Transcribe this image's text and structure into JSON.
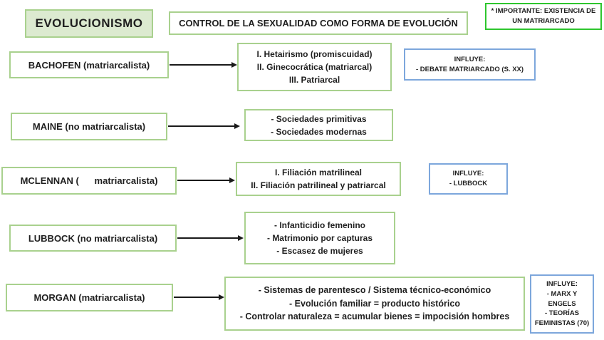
{
  "palette": {
    "green_border": "#a9d18e",
    "green_fill": "#dcead0",
    "bright_green": "#2ec62e",
    "blue_border": "#7da7dc",
    "arrow": "#1a1a1a",
    "text": "#1f1f1f"
  },
  "header": {
    "title": "EVOLUCIONISMO",
    "subtitle": "CONTROL DE LA SEXUALIDAD COMO FORMA DE EVOLUCIÓN",
    "note_lines": [
      "* IMPORTANTE: EXISTENCIA DE",
      "UN MATRIARCADO"
    ]
  },
  "rows": [
    {
      "author": "BACHOFEN (matriarcalista)",
      "theory_lines": [
        "I. Hetairismo (promiscuidad)",
        "II. Ginecocrática (matriarcal)",
        "III. Patriarcal"
      ],
      "influence_lines": [
        "INFLUYE:",
        "- DEBATE MATRIARCADO (S. XX)"
      ]
    },
    {
      "author": "MAINE (no matriarcalista)",
      "theory_lines": [
        "- Sociedades primitivas",
        "- Sociedades modernas"
      ]
    },
    {
      "author": "MCLENNAN (      matriarcalista)",
      "theory_lines": [
        "I. Filiación matrilineal",
        "II. Filiación patrilineal y patriarcal"
      ],
      "influence_lines": [
        "INFLUYE:",
        "- LUBBOCK"
      ]
    },
    {
      "author": "LUBBOCK (no matriarcalista)",
      "theory_lines": [
        "- Infanticidio femenino",
        "- Matrimonio por capturas",
        "- Escasez de mujeres"
      ]
    },
    {
      "author": "MORGAN (matriarcalista)",
      "theory_lines": [
        "- Sistemas de parentesco / Sistema técnico-económico",
        "- Evolución familiar = producto histórico",
        "- Controlar naturaleza = acumular bienes = impocisión hombres"
      ],
      "influence_lines": [
        "INFLUYE:",
        "- MARX Y",
        "ENGELS",
        "- TEORÍAS",
        "FEMINISTAS (70)"
      ]
    }
  ]
}
